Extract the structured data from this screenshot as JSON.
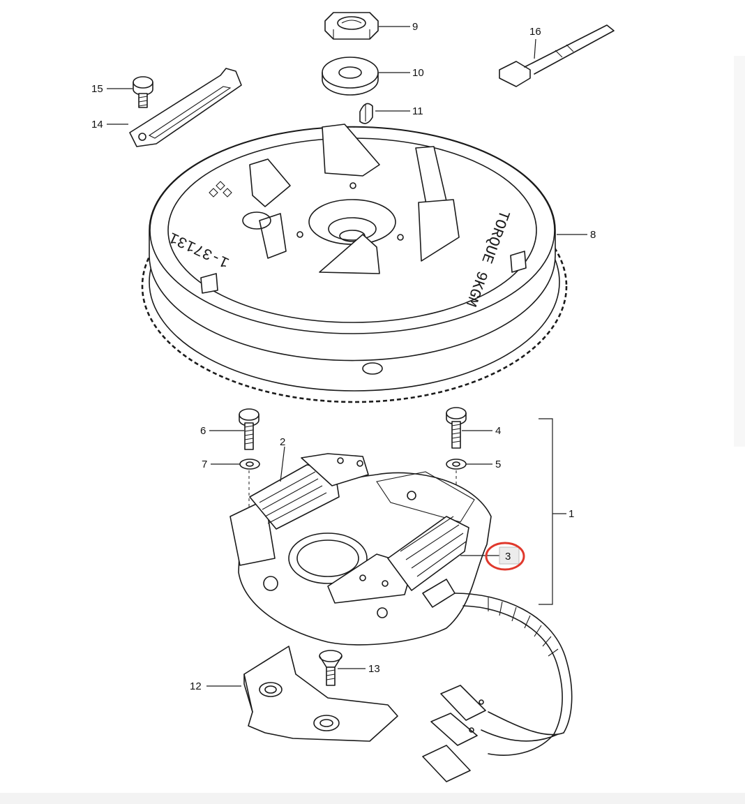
{
  "diagram": {
    "labels": {
      "p1": "1",
      "p2": "2",
      "p3": "3",
      "p4": "4",
      "p5": "5",
      "p6": "6",
      "p7": "7",
      "p8": "8",
      "p9": "9",
      "p10": "10",
      "p11": "11",
      "p12": "12",
      "p13": "13",
      "p14": "14",
      "p15": "15",
      "p16": "16"
    },
    "flywheel_text": {
      "left": "1-37131",
      "right": "TORQUE 9KGM"
    },
    "highlighted_part": "3",
    "colors": {
      "ink": "#1a1a1a",
      "highlight": "#e0382c",
      "background": "#ffffff"
    }
  }
}
